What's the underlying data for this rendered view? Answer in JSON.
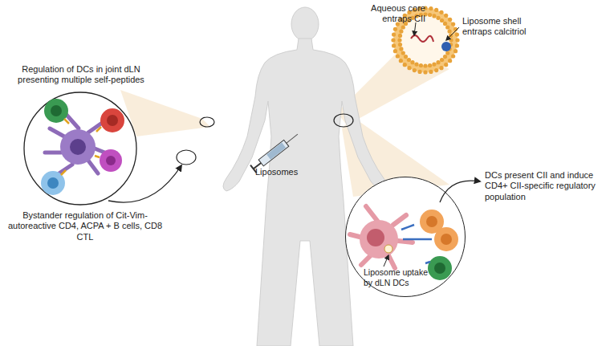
{
  "diagram": {
    "nodes": [
      {
        "text": [
          "Liposome uptake by dLN DCs"
        ]
      }
    ],
    "labels": [
      "Aqueous core entraps CII",
      "Liposome shell entraps calcitriol",
      "Regulation of DCs in joint dLN presenting multiple self-peptides",
      "DCs present CII and induce CD4+ CII-specific regulatory population",
      "Liposomes",
      "Bystander regulation of Cit-Vim-autoreactive CD4, ACPA + B cells, CD8 CTL"
    ]
  }
}
